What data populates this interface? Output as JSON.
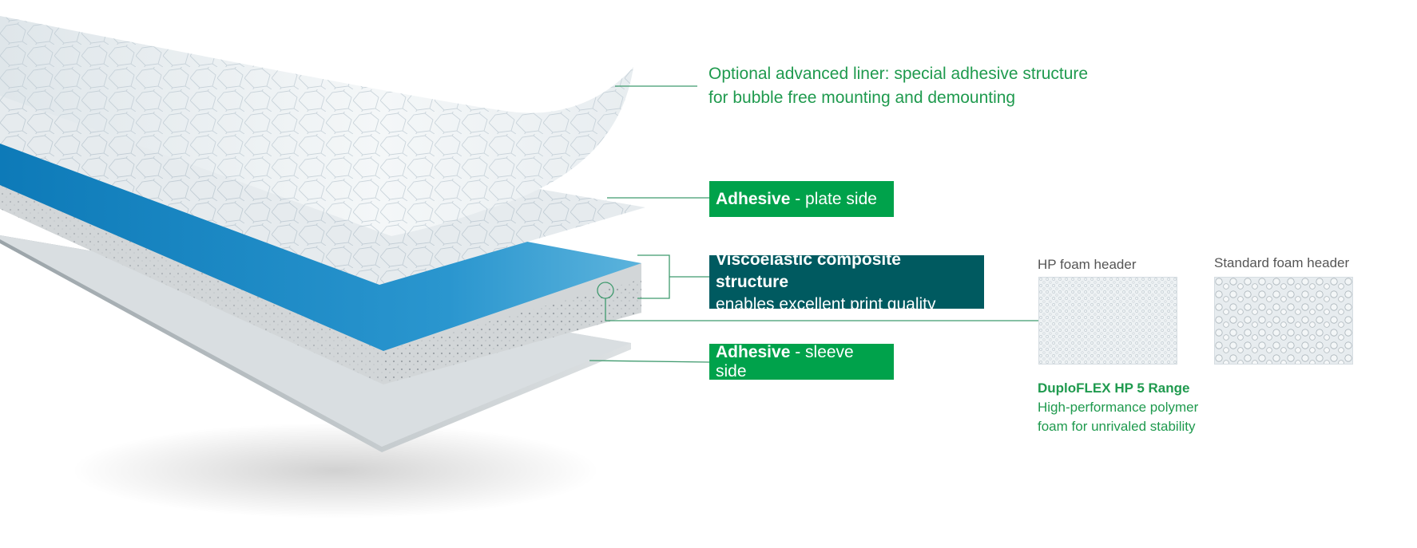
{
  "labels": {
    "liner_line1": "Optional advanced liner: special adhesive structure",
    "liner_line2": "for bubble free mounting and demounting",
    "plate_bold": "Adhesive",
    "plate_rest": " - plate side",
    "visco_bold": "Viscoelastic composite structure",
    "visco_rest": "enables excellent print quality",
    "sleeve_bold": "Adhesive",
    "sleeve_rest": " - sleeve side"
  },
  "samples": {
    "hp_title": "HP foam header",
    "std_title": "Standard foam header"
  },
  "range": {
    "name": "DuploFLEX HP 5 Range",
    "desc_line1": "High-performance polymer",
    "desc_line2": "foam for unrivaled stability"
  },
  "colors": {
    "green": "#00a24b",
    "teal": "#005a60",
    "blue_layer": "#1a8cc8",
    "text_green": "#1f9a4e"
  }
}
